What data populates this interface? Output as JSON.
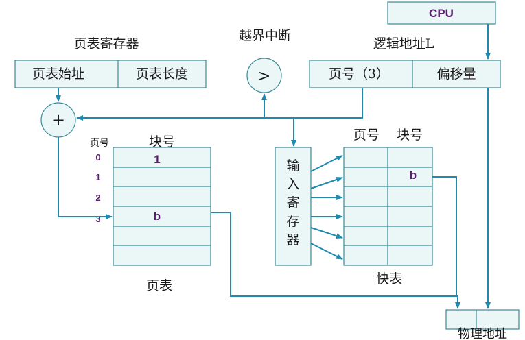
{
  "colors": {
    "box_fill": "#ebf6f6",
    "box_stroke": "#3a8a9a",
    "arrow": "#1f8ab0",
    "text": "#1a1a1a",
    "accent_text": "#5a1f6e"
  },
  "cpu": {
    "label": "CPU"
  },
  "page_table_register": {
    "title": "页表寄存器",
    "start_address": "页表始址",
    "length": "页表长度"
  },
  "logical_address": {
    "title": "逻辑地址L",
    "page_number": "页号（3）",
    "offset": "偏移量"
  },
  "overflow_interrupt": {
    "label": "越界中断",
    "compare_symbol": ">"
  },
  "adder": {
    "symbol": "+"
  },
  "page_table": {
    "title": "页表",
    "page_col_header": "页号",
    "block_col_header": "块号",
    "page_numbers": [
      "0",
      "1",
      "2",
      "3"
    ],
    "block_values": [
      "1",
      "",
      "",
      "b",
      "",
      ""
    ]
  },
  "input_register": {
    "chars": [
      "输",
      "入",
      "寄",
      "存",
      "器"
    ]
  },
  "tlb": {
    "title": "快表",
    "page_header": "页号",
    "block_header": "块号",
    "hit_block": "b"
  },
  "physical_address": {
    "title": "物理地址"
  }
}
